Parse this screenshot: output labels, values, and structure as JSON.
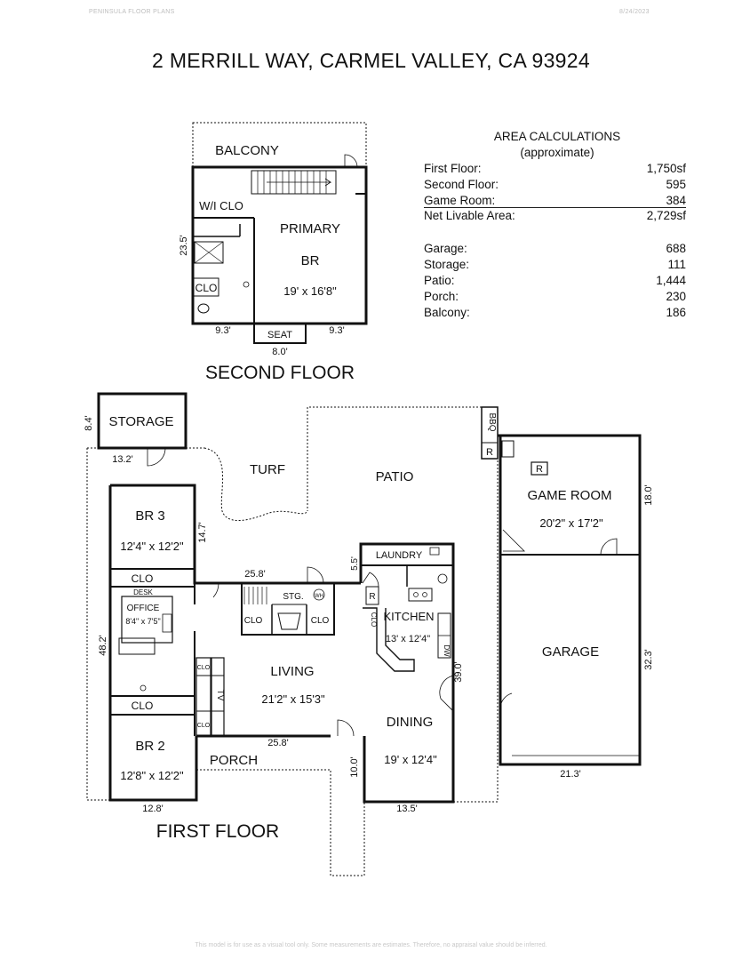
{
  "header": {
    "brand": "PENINSULA FLOOR PLANS",
    "date": "8/24/2023"
  },
  "title": "2 MERRILL WAY, CARMEL VALLEY, CA 93924",
  "area_calculations": {
    "title": "AREA CALCULATIONS",
    "subtitle": "(approximate)",
    "rows_livable": [
      {
        "label": "First Floor:",
        "value": "1,750sf"
      },
      {
        "label": "Second Floor:",
        "value": "595"
      },
      {
        "label": "Game Room:",
        "value": "384"
      }
    ],
    "net": {
      "label": "Net Livable Area:",
      "value": "2,729sf"
    },
    "rows_other": [
      {
        "label": "Garage:",
        "value": "688"
      },
      {
        "label": "Storage:",
        "value": "111"
      },
      {
        "label": "Patio:",
        "value": "1,444"
      },
      {
        "label": "Porch:",
        "value": "230"
      },
      {
        "label": "Balcony:",
        "value": "186"
      }
    ]
  },
  "second_floor": {
    "label": "SECOND FLOOR",
    "balcony": "BALCONY",
    "wi_clo": "W/I CLO",
    "primary_1": "PRIMARY",
    "primary_2": "BR",
    "primary_dim": "19' x 16'8\"",
    "clo": "CLO",
    "seat": "SEAT",
    "dim_height": "23.5'",
    "dim_left": "9.3'",
    "dim_right": "9.3'",
    "dim_seat": "8.0'"
  },
  "first_floor": {
    "label": "FIRST FLOOR",
    "storage": "STORAGE",
    "turf": "TURF",
    "patio": "PATIO",
    "bbq": "BBQ",
    "r1": "R",
    "r2": "R",
    "r3": "R",
    "game_room": "GAME ROOM",
    "game_room_dim": "20'2\" x 17'2\"",
    "garage": "GARAGE",
    "br3": "BR 3",
    "br3_dim": "12'4\" x 12'2\"",
    "clo_br3": "CLO",
    "desk": "DESK",
    "office": "OFFICE",
    "office_dim": "8'4\" x 7'5\"",
    "clo_br2": "CLO",
    "br2": "BR 2",
    "br2_dim": "12'8\" x 12'2\"",
    "porch": "PORCH",
    "living": "LIVING",
    "living_dim": "21'2\" x 15'3\"",
    "stg": "STG.",
    "wh": "WH",
    "clo_a": "CLO",
    "clo_b": "CLO",
    "clo_c": "CLO",
    "clo_d": "CLO",
    "tv": "TV",
    "laundry": "LAUNDRY",
    "kitchen": "KITCHEN",
    "kitchen_dim": "13' x 12'4\"",
    "clo_k": "CLO",
    "dw": "DW",
    "dining": "DINING",
    "dining_dim": "19' x 12'4\"",
    "dims": {
      "d84": "8.4'",
      "d132": "13.2'",
      "d147": "14.7'",
      "d258a": "25.8'",
      "d55": "5.5'",
      "d482": "48.2'",
      "d258b": "25.8'",
      "d100": "10.0'",
      "d390": "39.0'",
      "d180": "18.0'",
      "d323": "32.3'",
      "d213": "21.3'",
      "d128": "12.8'",
      "d135": "13.5'"
    }
  },
  "disclaimer": "This model is for use as a visual tool only. Some measurements are estimates. Therefore, no appraisal value should be inferred."
}
